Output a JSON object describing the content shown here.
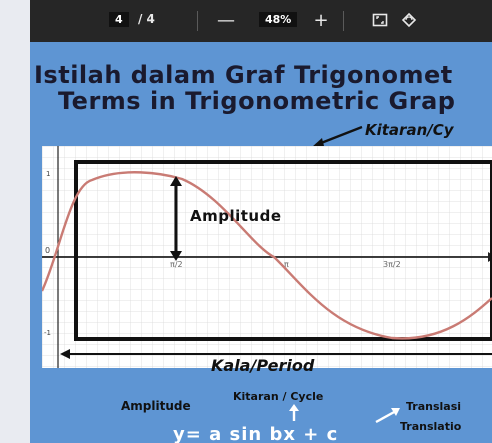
{
  "toolbar": {
    "page_current": "4",
    "page_sep_total": "/ 4",
    "zoom_out": "—",
    "zoom_level": "48%",
    "zoom_in": "+",
    "icons": [
      "fit-page-icon",
      "rotate-icon"
    ]
  },
  "document": {
    "title_line1": "Istilah dalam Graf Trigonomet",
    "title_line2": "Terms in Trigonometric Grap",
    "cycle_label": "Kitaran/Cy",
    "amplitude_label": "Amplitude",
    "period_label": "Kala/Period",
    "axis": {
      "y_pos": "1",
      "y_neg": "-1",
      "origin": "0",
      "x_ticks": [
        "π/2",
        "π",
        "3π/2"
      ]
    },
    "footer": {
      "amplitude": "Amplitude",
      "cycle": "Kitaran / Cycle",
      "translation_ms": "Translasi",
      "translation_en": "Translatio",
      "formula": "y= a sin bx + c"
    }
  },
  "colors": {
    "toolbar_bg": "#262626",
    "page_bg": "#5e95d3",
    "curve": "#c97b74"
  }
}
